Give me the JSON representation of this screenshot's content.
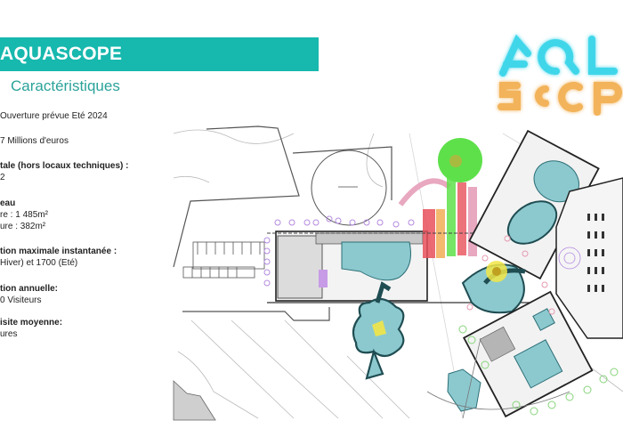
{
  "header": {
    "title": "AQUASCOPE",
    "subtitle": "Caractéristiques",
    "title_bar_color": "#17b8ae",
    "subtitle_color": "#2aa39a"
  },
  "specs": [
    {
      "line1": "Ouverture prévue Eté 2024"
    },
    {
      "line1": "7 Millions d'euros"
    },
    {
      "heading": "tale (hors locaux techniques) :",
      "line1": "2"
    },
    {
      "heading": "eau",
      "line1": "re : 1 485m²",
      "line2": "ure : 382m²"
    },
    {
      "heading": "tion maximale instantanée :",
      "line1": "Hiver) et 1700 (Eté)"
    },
    {
      "heading": "tion annuelle:",
      "line1": "0 Visiteurs"
    },
    {
      "heading": "isite moyenne:",
      "line1": "ures"
    }
  ],
  "logo": {
    "line1": "AQUA",
    "line2": "SCOPE",
    "line1_color": "#3fd6ea",
    "line2_color": "#f2b35a"
  },
  "site_plan": {
    "description": "Architectural site plan of the Aquascope aquatic centre",
    "colors": {
      "pool": "#8cc9cf",
      "slide_green": "#5ee04a",
      "slide_red": "#e8505a",
      "slide_pink": "#e8a8c0",
      "annotation_purple": "#b48be0",
      "highlight_yellow": "#f2e646"
    }
  }
}
